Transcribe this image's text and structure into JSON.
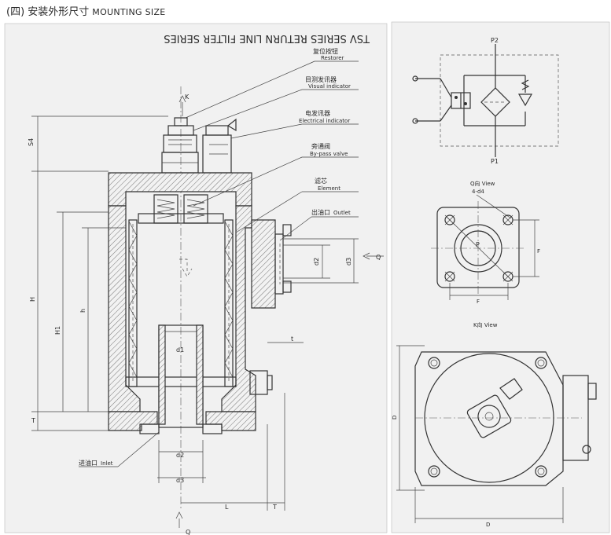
{
  "title": {
    "zh": "(四) 安装外形尺寸",
    "en": "MOUNTING SIZE"
  },
  "callouts": [
    {
      "zh": "复位按钮",
      "en": "Restorer"
    },
    {
      "zh": "目测发讯器",
      "en": "Visual indicator"
    },
    {
      "zh": "电发讯器",
      "en": "Electrical indicator"
    },
    {
      "zh": "旁通阀",
      "en": "By-pass valve"
    },
    {
      "zh": "滤芯",
      "en": "Element"
    },
    {
      "zh": "出油口",
      "en": "Outlet"
    },
    {
      "zh": "进油口",
      "en": "Inlet"
    }
  ],
  "dims": {
    "K": "K",
    "S4": "S4",
    "H": "H",
    "H1": "H1",
    "h": "h",
    "T": "T",
    "d1": "d1",
    "d2": "d2",
    "d3": "d3",
    "L": "L",
    "Q": "Q",
    "t": "t"
  },
  "schematic": {
    "p2": "P2",
    "p1": "P1"
  },
  "q_view": {
    "title": "Q向 View",
    "holes": "4-d4",
    "p": "P",
    "f": "F"
  },
  "k_view": {
    "title": "K向 View",
    "d": "D"
  },
  "watermark": "TSV SERIES RETURN LINE FILTER SERIES"
}
